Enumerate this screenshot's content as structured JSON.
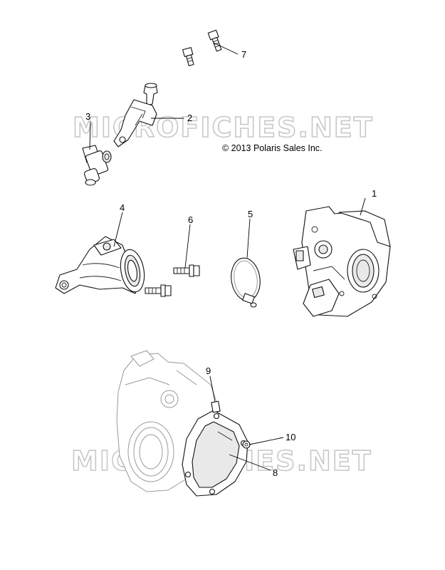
{
  "copyright": "© 2013 Polaris Sales Inc.",
  "watermark": "MICROFICHES.NET",
  "callouts": [
    "1",
    "2",
    "3",
    "4",
    "5",
    "6",
    "7",
    "8",
    "9",
    "10"
  ]
}
